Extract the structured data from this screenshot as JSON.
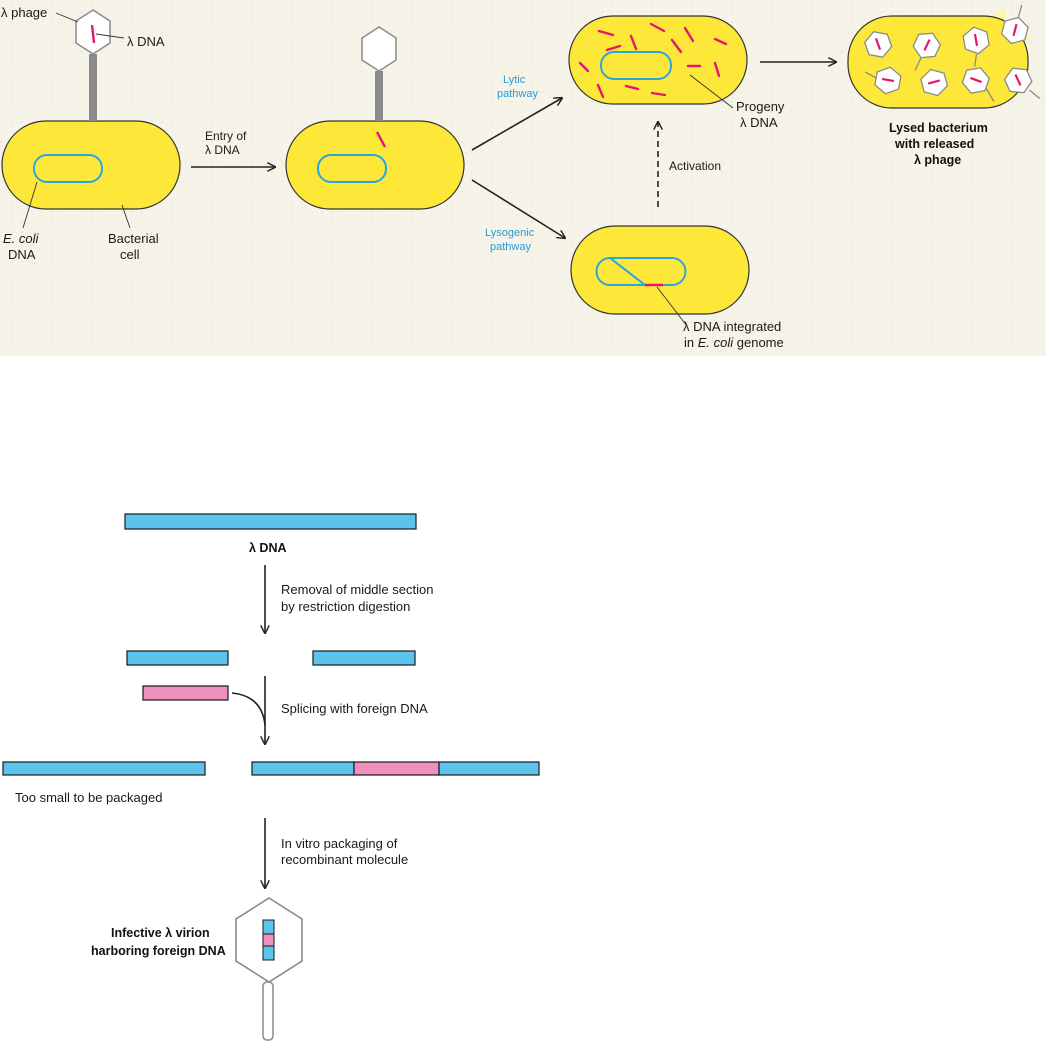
{
  "colors": {
    "panel_bg": "#f6f3e8",
    "cell_fill": "#fde83a",
    "cell_stroke": "#333333",
    "host_dna": "#2ba6dd",
    "lambda_dna": "#e2186f",
    "dna_bar_blue": "#5bc3ec",
    "dna_bar_pink": "#ef8fbd",
    "phage_gray": "#8a8a8a",
    "burst": "#fff7a0"
  },
  "icons": [
    "phage-icon",
    "bacterium-icon",
    "arrow-icon",
    "virion-icon"
  ],
  "top_panel": {
    "lambda_phage": "λ phage",
    "lambda_dna_top": "λ DNA",
    "entry_of": "Entry of",
    "entry_dna": "λ DNA",
    "ecoli_word": "E. coli",
    "ecoli_dna": "DNA",
    "bacterial": "Bacterial",
    "cell": "cell",
    "lytic_1": "Lytic",
    "lytic_2": "pathway",
    "lysogenic_1": "Lysogenic",
    "lysogenic_2": "pathway",
    "progeny_1": "Progeny",
    "progeny_2": "λ DNA",
    "activation": "Activation",
    "lysed_1": "Lysed bacterium",
    "lysed_2": "with released",
    "lysed_3": "λ phage",
    "integrated_1": "λ DNA integrated",
    "integrated_2a": "in ",
    "integrated_2b": "E. coli",
    "integrated_2c": " genome"
  },
  "bottom_panel": {
    "lambda_dna_label": "λ DNA",
    "removal_1": "Removal of middle section",
    "removal_2": "by restriction digestion",
    "splicing": "Splicing with foreign DNA",
    "too_small": "Too small to be packaged",
    "packaging_1": "In vitro packaging of",
    "packaging_2": "recombinant molecule",
    "infective_1": "Infective λ virion",
    "infective_2": "harboring foreign DNA"
  }
}
